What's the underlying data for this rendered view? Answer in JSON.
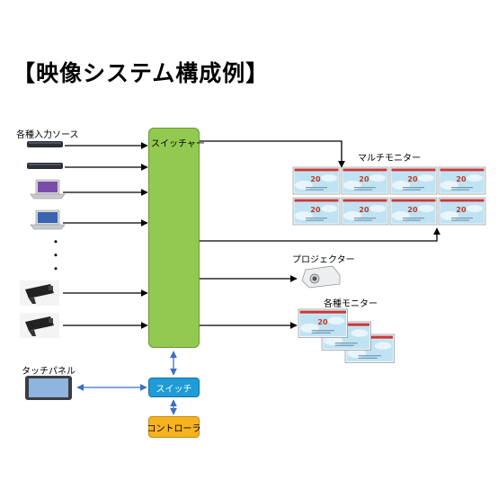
{
  "title": "【映像システム構成例】",
  "labels": {
    "sources": "各種入力ソース",
    "switcher": "スイッチャー",
    "multi_monitor": "マルチモニター",
    "projector": "プロジェクター",
    "monitors": "各種モニター",
    "touch_panel": "タッチパネル",
    "switch": "スイッチ",
    "controller": "コントローラ"
  },
  "screen_text": "20",
  "ellipsis": "・\n・\n・",
  "colors": {
    "switcher_fill": "#92c950",
    "switch_fill": "#1f9bd7",
    "controller_fill": "#f6b31f",
    "arrow_black": "#000000",
    "arrow_blue": "#3a6fc4",
    "screen_sky": "#bfe3f3",
    "screen_number": "#c0392b"
  },
  "icons": [
    "set-top-box-icon",
    "laptop-icon",
    "security-camera-icon",
    "projector-icon",
    "tablet-icon",
    "display-screen-icon"
  ]
}
